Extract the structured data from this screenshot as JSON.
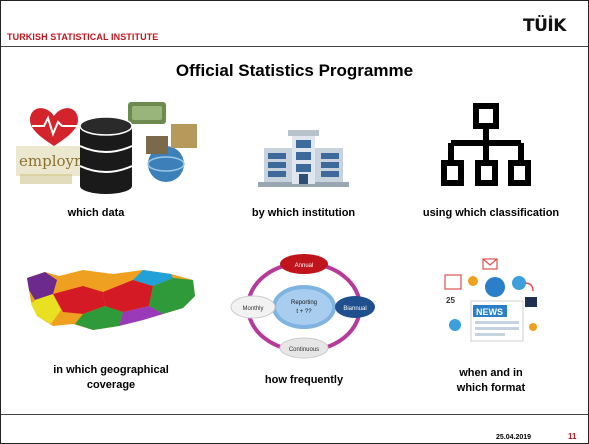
{
  "header": {
    "org_name": "TURKISH STATISTICAL INSTITUTE",
    "logo_text": "TÜİK"
  },
  "slide": {
    "title": "Official Statistics Programme",
    "items": [
      {
        "caption": "which data",
        "icon": "data-collage-icon"
      },
      {
        "caption": "by which institution",
        "icon": "building-icon"
      },
      {
        "caption": "using which classification",
        "icon": "hierarchy-icon"
      },
      {
        "caption_line1": "in which geographical",
        "caption_line2": "coverage",
        "icon": "turkey-map-icon"
      },
      {
        "caption": "how frequently",
        "icon": "frequency-cycle-icon"
      },
      {
        "caption_line1": "when and in",
        "caption_line2": "which format",
        "icon": "news-media-icon"
      }
    ],
    "frequency_cycle": {
      "top": "Annual",
      "left": "Monthly",
      "right": "Biannual",
      "bottom": "Continuous",
      "center_line1": "Reporting",
      "center_line2": "t + ??"
    },
    "collage_word": "employment",
    "news_label": "NEWS",
    "news_day": "25"
  },
  "footer": {
    "date": "25.04.2019",
    "page_number": "11"
  },
  "colors": {
    "accent_red": "#c0141c",
    "text_dark": "#000000"
  }
}
